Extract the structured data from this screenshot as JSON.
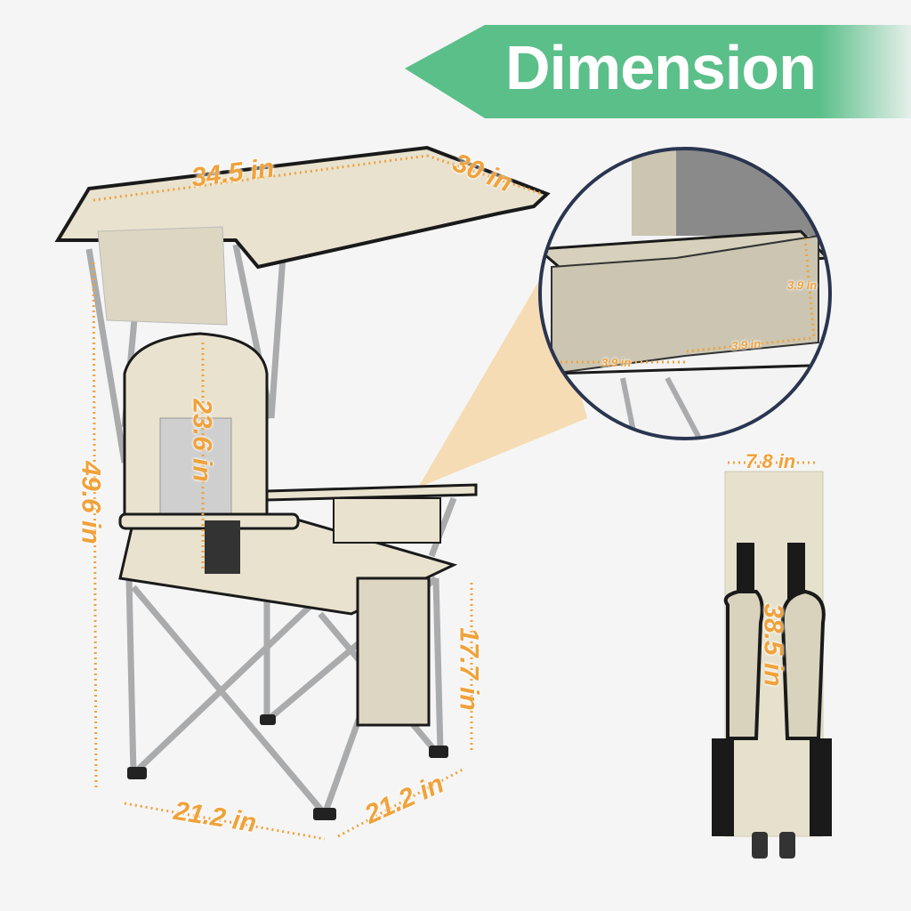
{
  "banner": {
    "title": "Dimension",
    "color": "#5bbf8a"
  },
  "colors": {
    "dimension_label": "#f0a23a",
    "fabric": "#e8e2cf",
    "frame": "#a9abad",
    "trim": "#1a1a1a",
    "background": "#f5f5f5"
  },
  "dimensions": {
    "canopy_width": "34.5 in",
    "canopy_depth": "30 in",
    "backrest_height": "23.6 in",
    "total_height": "49.6 in",
    "seat_height": "17.7 in",
    "base_width": "21.2 in",
    "base_depth": "21.2 in",
    "cooler_width": "3.9 in",
    "cooler_depth": "3.9 in",
    "cooler_height": "3.9 in",
    "folded_width": "7.8 in",
    "folded_length": "38.5 in"
  }
}
